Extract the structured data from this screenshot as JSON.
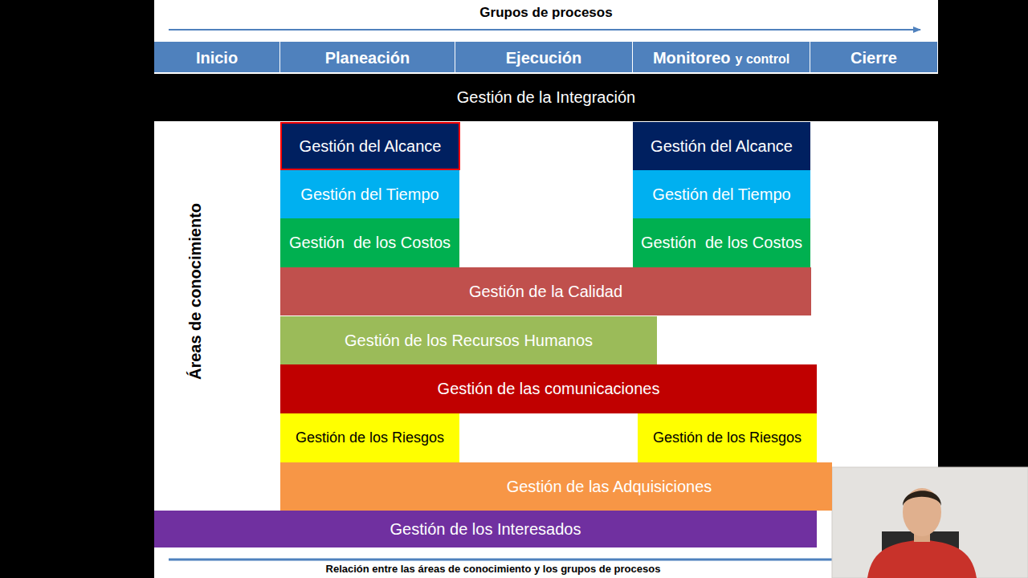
{
  "diagram": {
    "title": "Grupos de procesos",
    "caption": "Relación entre las áreas de conocimiento y los grupos de procesos",
    "nodes": [
      {
        "text": [
          "Inicio"
        ]
      },
      {
        "text": [
          "Planeación"
        ]
      },
      {
        "text": [
          "Ejecución"
        ]
      },
      {
        "text": [
          "Monitoreo",
          "y control"
        ]
      },
      {
        "text": [
          "Cierre"
        ]
      },
      {
        "text": [
          "Gestión de la Integración"
        ]
      },
      {
        "text": [
          "Gestión del Alcance"
        ]
      },
      {
        "text": [
          "Gestión del Alcance"
        ]
      },
      {
        "text": [
          "Gestión del Tiempo"
        ]
      },
      {
        "text": [
          "Gestión del Tiempo"
        ]
      },
      {
        "text": [
          "Gestión  de los Costos"
        ]
      },
      {
        "text": [
          "Gestión  de los Costos"
        ]
      },
      {
        "text": [
          "Gestión de la Calidad"
        ]
      },
      {
        "text": [
          "Gestión de los Recursos Humanos"
        ]
      },
      {
        "text": [
          "Gestión de las comunicaciones"
        ]
      },
      {
        "text": [
          "Gestión de los Riesgos"
        ]
      },
      {
        "text": [
          "Gestión de los Riesgos"
        ]
      },
      {
        "text": [
          "Gestión de las Adquisiciones"
        ]
      },
      {
        "text": [
          "Gestión de los Interesados"
        ]
      }
    ],
    "labels": [
      "Áreas de conocimiento"
    ]
  }
}
